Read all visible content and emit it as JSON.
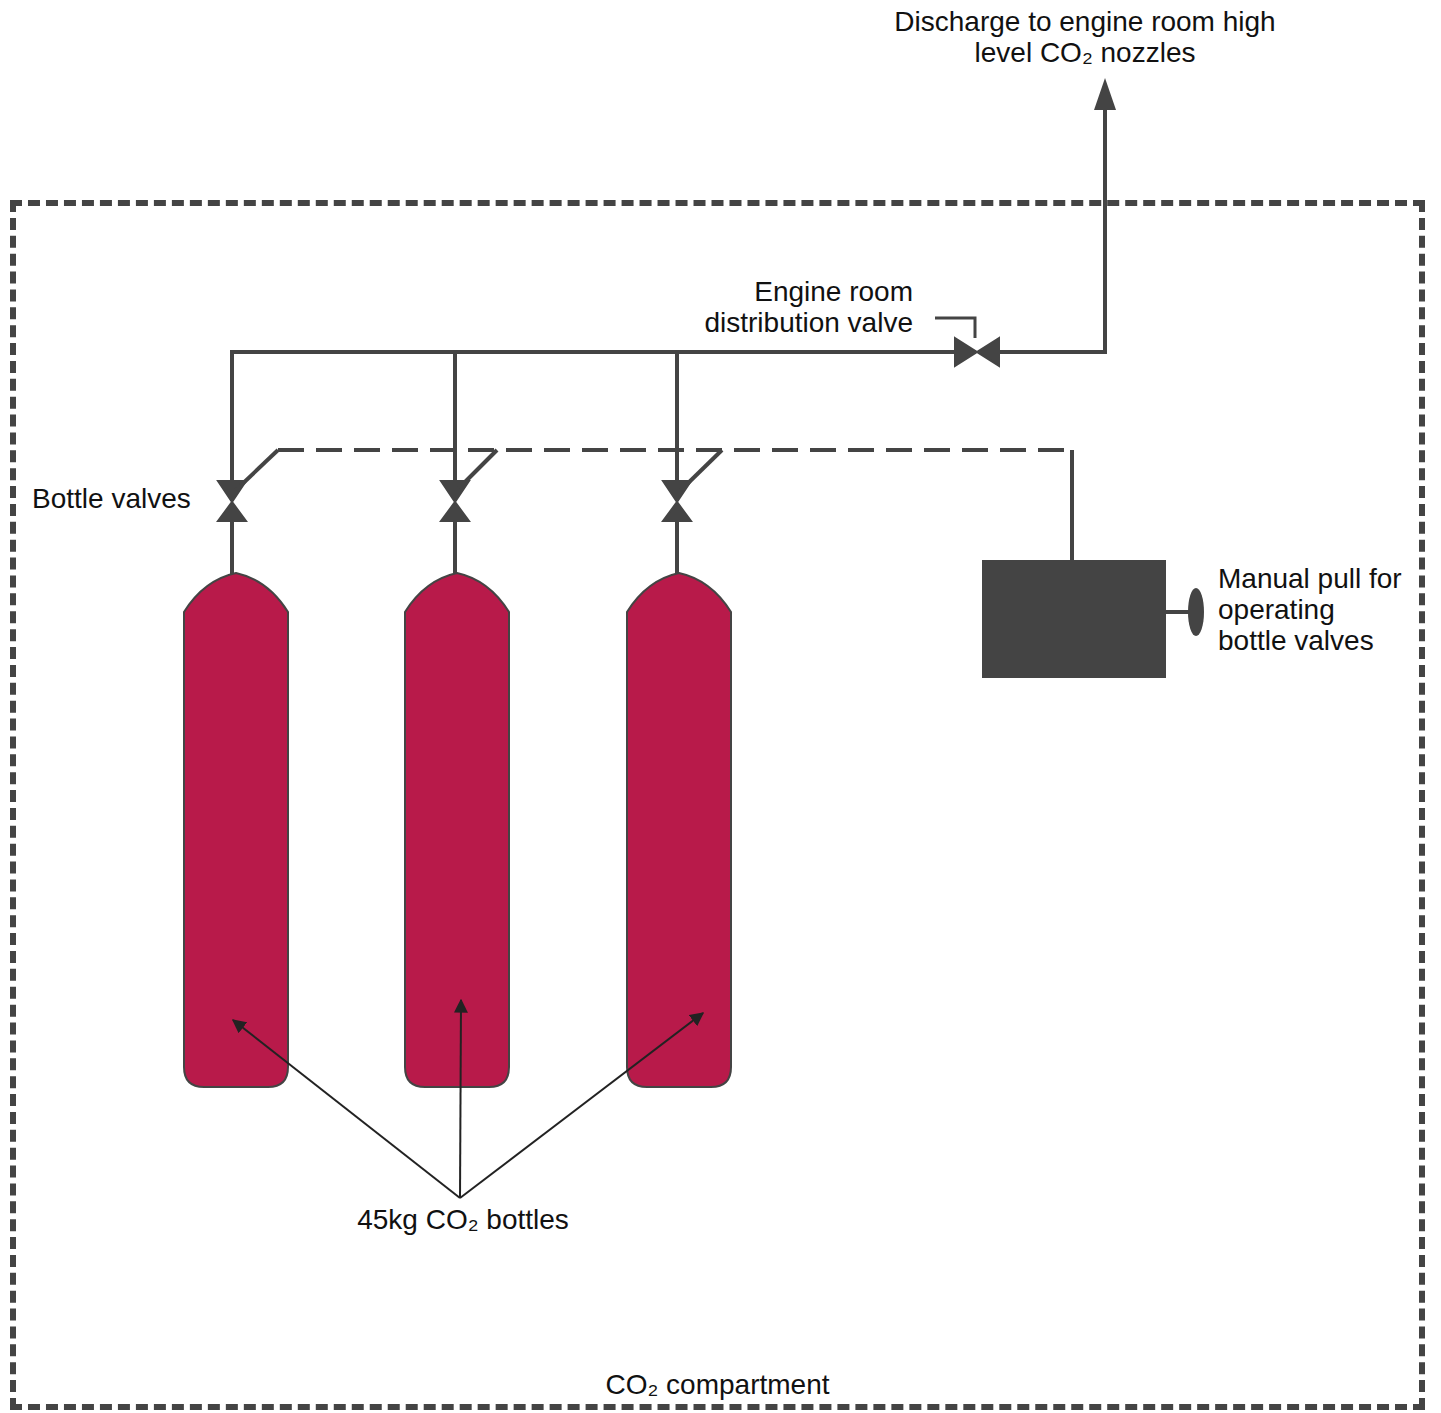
{
  "diagram": {
    "nodes": [
      {
        "text": [
          "CO₂ compartment"
        ]
      },
      {
        "text": [
          "Manual pull for operating bottle valves"
        ],
        "in": 0
      }
    ],
    "labels": [
      "Discharge to engine room high level CO₂ nozzles",
      "Engine room distribution valve",
      "Bottle valves",
      "45kg CO₂ bottles"
    ]
  }
}
